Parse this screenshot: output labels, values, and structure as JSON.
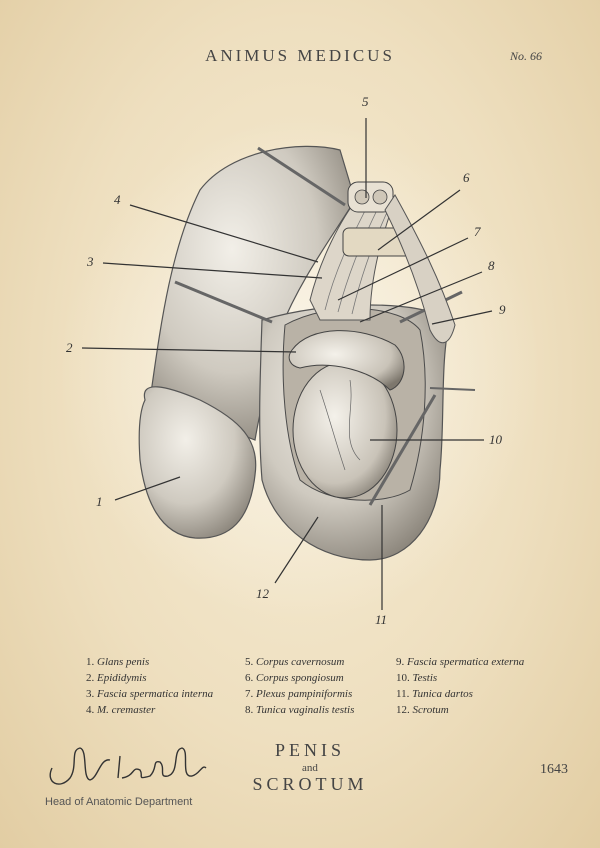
{
  "header": {
    "title": "ANIMUS MEDICUS",
    "plate_number": "No. 66"
  },
  "figure_labels": [
    "1",
    "2",
    "3",
    "4",
    "5",
    "6",
    "7",
    "8",
    "9",
    "10",
    "11",
    "12"
  ],
  "legend": [
    {
      "num": "1.",
      "term": "Glans penis"
    },
    {
      "num": "2.",
      "term": "Epididymis"
    },
    {
      "num": "3.",
      "term": "Fascia spermatica interna"
    },
    {
      "num": "4.",
      "term": "M. cremaster"
    },
    {
      "num": "5.",
      "term": "Corpus cavernosum"
    },
    {
      "num": "6.",
      "term": "Corpus spongiosum"
    },
    {
      "num": "7.",
      "term": "Plexus pampiniformis"
    },
    {
      "num": "8.",
      "term": "Tunica vaginalis testis"
    },
    {
      "num": "9.",
      "term": "Fascia spermatica externa"
    },
    {
      "num": "10.",
      "term": "Testis"
    },
    {
      "num": "11.",
      "term": "Tunica dartos"
    },
    {
      "num": "12.",
      "term": "Scrotum"
    }
  ],
  "footer": {
    "title_top": "PENIS",
    "title_mid": "and",
    "title_bottom": "SCROTUM",
    "year": "1643",
    "signature_text": "W. Luebbe",
    "signature_caption": "Head of Anatomic Department"
  },
  "colors": {
    "paper": "#efe2c4",
    "ink": "#3a3a3a"
  }
}
